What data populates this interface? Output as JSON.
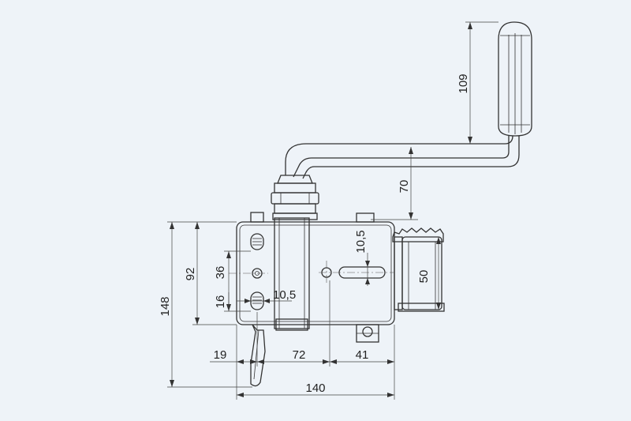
{
  "drawing": {
    "background": "#eef3f8",
    "line_color": "#333333",
    "dimensions": {
      "handle_grip": "109",
      "crank_height": "70",
      "slot_width": "10,5",
      "sprocket_height": "50",
      "overall_height": "148",
      "plate_height": "92",
      "hole_spacing": "36",
      "hole_offset": "16",
      "hole_width": "10,5",
      "left_offset": "19",
      "center_distance": "72",
      "right_offset": "41",
      "overall_width": "140"
    }
  }
}
